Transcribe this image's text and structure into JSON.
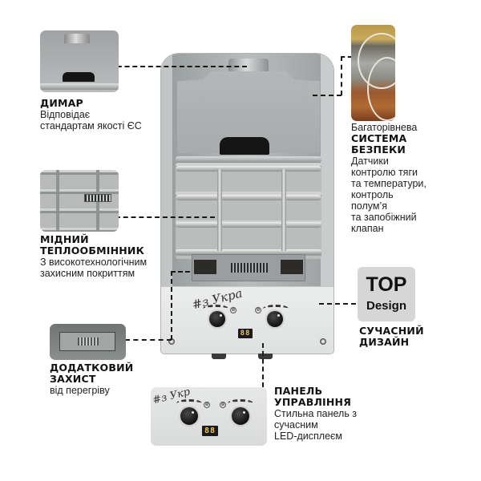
{
  "features": {
    "flue": {
      "title": "ДИМАР",
      "description_lines": [
        "Відповідає",
        "стандартам якості ЄС"
      ]
    },
    "safety": {
      "pre_title": "Багаторівнева",
      "title_lines": [
        "СИСТЕМА",
        "БЕЗПЕКИ"
      ],
      "description_lines": [
        "Датчики",
        "контролю тяги",
        "та температури,",
        "контроль",
        "полум’я",
        "та запобіжний",
        "клапан"
      ]
    },
    "heat_exchanger": {
      "title_lines": [
        "МІДНИЙ",
        "ТЕПЛООБМІННИК"
      ],
      "description_lines": [
        "З високотехнологічним",
        "захисним покриттям"
      ]
    },
    "design": {
      "badge_line1": "TOP",
      "badge_line2": "Design",
      "title_lines": [
        "СУЧАСНИЙ",
        "ДИЗАЙН"
      ]
    },
    "extra_protection": {
      "title_lines": [
        "ДОДАТКОВИЙ",
        "ЗАХИСТ"
      ],
      "description_lines": [
        "від перегріву"
      ]
    },
    "control_panel": {
      "title_lines": [
        "ПАНЕЛЬ",
        "УПРАВЛІННЯ"
      ],
      "description_lines": [
        "Стильна панель з",
        "сучасним",
        "LED-дисплеєм"
      ]
    }
  },
  "heater": {
    "hashtag": "#з Укра",
    "display_value": "88",
    "left_knob_mark": "⊕",
    "right_knob_mark": "⊕"
  },
  "panel_closeup": {
    "hashtag": "#з Укр",
    "display_value": "88"
  },
  "colors": {
    "text": "#1a1a1a",
    "led_digits": "#f2c94c",
    "badge_bg": "#d6d6d6"
  }
}
